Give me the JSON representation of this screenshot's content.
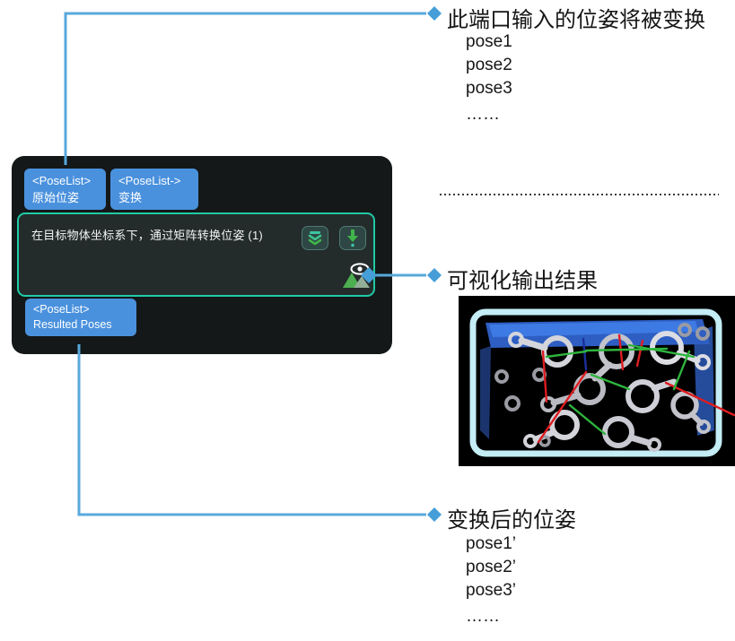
{
  "node": {
    "input_ports": [
      {
        "type": "<PoseList>",
        "label": "原始位姿"
      },
      {
        "type": "<PoseList->",
        "label": "变换"
      }
    ],
    "body_text": "在目标物体坐标系下，通过矩阵转换位姿 (1)",
    "buttons": [
      {
        "name": "expand-collapse-button",
        "icon": "double-chevron-down-icon"
      },
      {
        "name": "step-run-button",
        "icon": "arrow-down-icon"
      }
    ],
    "visualization_icons": [
      "eye-icon",
      "image-icon"
    ],
    "output_ports": [
      {
        "type": "<PoseList>",
        "label": "Resulted Poses"
      }
    ]
  },
  "annotations": {
    "input": {
      "title": "此端口输入的位姿将被变换",
      "items": [
        "pose1",
        "pose2",
        "pose3",
        "……"
      ]
    },
    "visualization": {
      "title": "可视化输出结果"
    },
    "output": {
      "title": "变换后的位姿",
      "items": [
        "pose1’",
        "pose2’",
        "pose3’",
        "……"
      ]
    }
  },
  "colors": {
    "port_tab_blue": "#4a91dd",
    "connector_blue": "#58a8dc",
    "diamond_blue": "#459ed8",
    "node_background": "#141819",
    "node_body_background": "#242b2b",
    "node_border_teal": "#1fcaa5",
    "button_green": "#41b54a",
    "button_teal": "#3ec4a0",
    "annotation_text": "#161616"
  }
}
